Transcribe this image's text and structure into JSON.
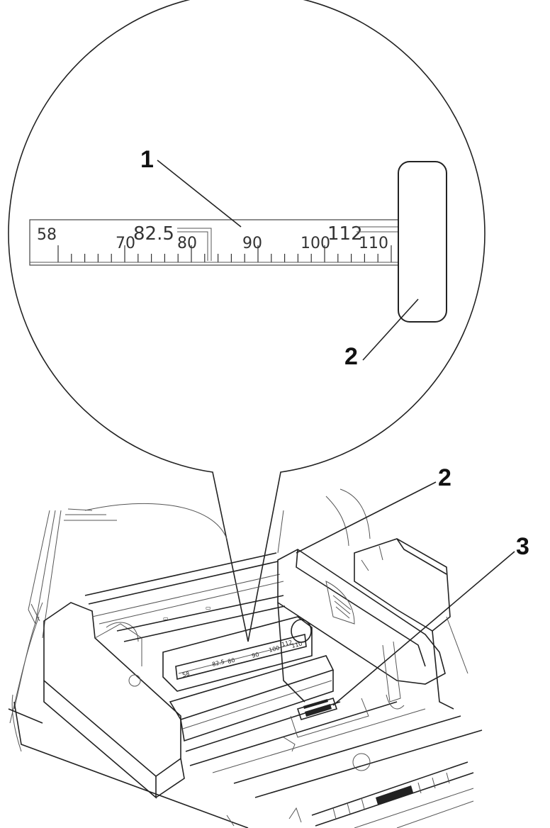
{
  "callouts": {
    "one": "1",
    "two_zoom": "2",
    "two_machine": "2",
    "three": "3"
  },
  "scale": {
    "labels": [
      "58",
      "70",
      "80",
      "90",
      "100",
      "110"
    ],
    "marks": [
      "82.5",
      "112"
    ]
  },
  "mini_scale": {
    "labels": [
      "58",
      "82.5",
      "80",
      "90",
      "100",
      "112",
      "110"
    ]
  },
  "colors": {
    "line": "#222222",
    "background": "#ffffff"
  }
}
